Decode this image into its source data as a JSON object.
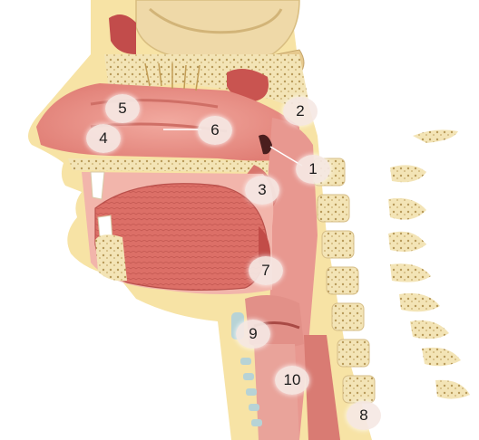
{
  "labels": [
    {
      "id": "1",
      "text": "1"
    },
    {
      "id": "2",
      "text": "2"
    },
    {
      "id": "3",
      "text": "3"
    },
    {
      "id": "4",
      "text": "4"
    },
    {
      "id": "5",
      "text": "5"
    },
    {
      "id": "6",
      "text": "6"
    },
    {
      "id": "7",
      "text": "7"
    },
    {
      "id": "8",
      "text": "8"
    },
    {
      "id": "9",
      "text": "9"
    },
    {
      "id": "10",
      "text": "10"
    }
  ],
  "colors": {
    "skin": "#f7e3a5",
    "mucosa": "#e8938a",
    "mucosa_dark": "#c9544f",
    "tongue": "#d9665f",
    "bone": "#f3e4b6",
    "bone_dot": "#b89a5a",
    "brain": "#efd9a8",
    "cartilage": "#b7d3d6"
  }
}
